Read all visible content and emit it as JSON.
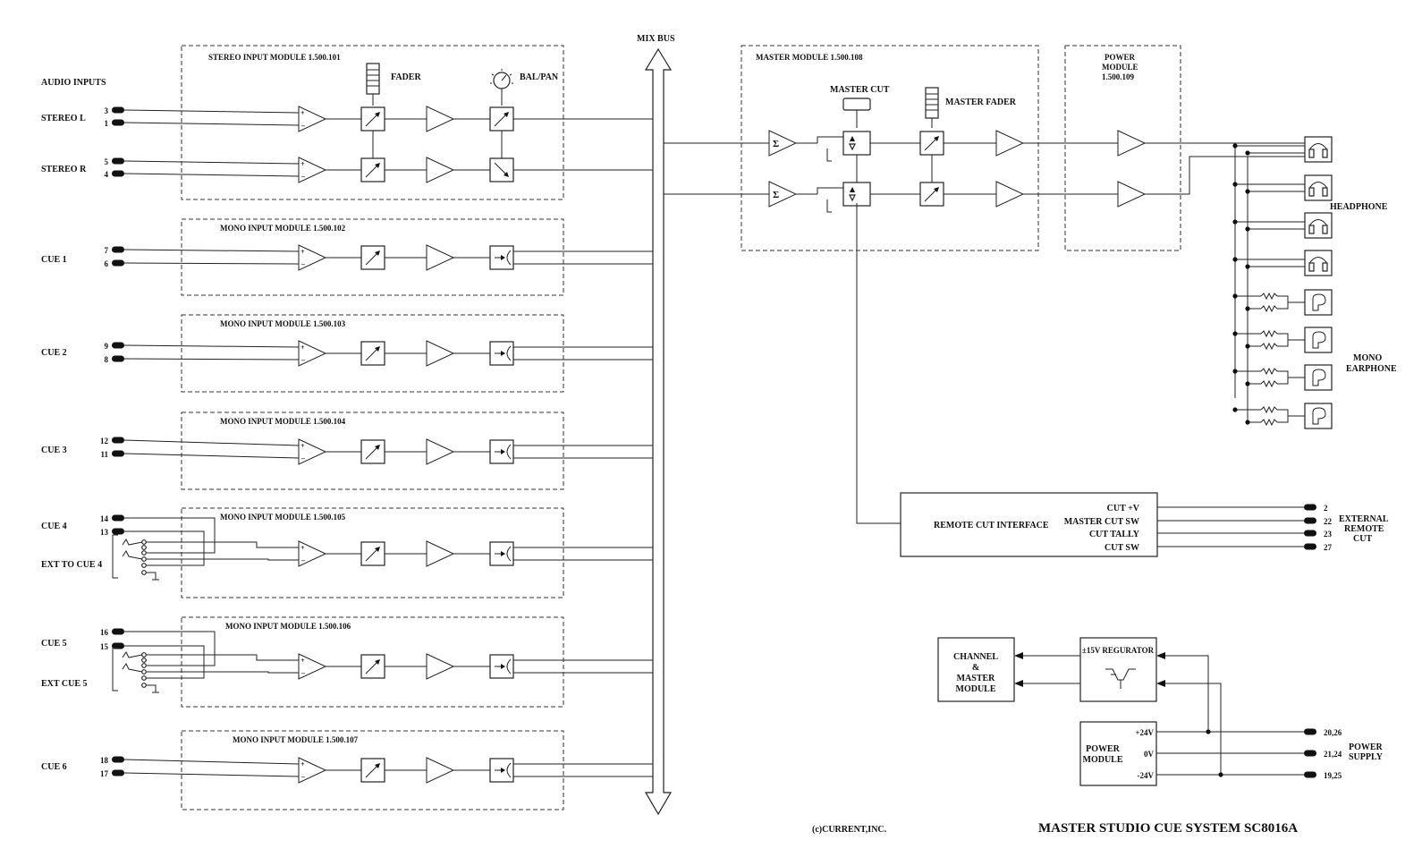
{
  "header": {
    "audio_inputs": "AUDIO INPUTS",
    "mix_bus": "MIX BUS"
  },
  "stereo_module": {
    "title": "STEREO INPUT MODULE 1.500.101",
    "fader_label": "FADER",
    "balpan_label": "BAL/PAN"
  },
  "inputs": [
    {
      "name": "STEREO L",
      "pins": [
        "3",
        "1"
      ]
    },
    {
      "name": "STEREO R",
      "pins": [
        "5",
        "4"
      ]
    },
    {
      "name": "CUE 1",
      "pins": [
        "7",
        "6"
      ]
    },
    {
      "name": "CUE 2",
      "pins": [
        "9",
        "8"
      ]
    },
    {
      "name": "CUE 3",
      "pins": [
        "12",
        "11"
      ]
    },
    {
      "name": "CUE 4",
      "pins": [
        "14",
        "13"
      ]
    },
    {
      "name": "CUE 5",
      "pins": [
        "16",
        "15"
      ]
    },
    {
      "name": "CUE 6",
      "pins": [
        "18",
        "17"
      ]
    }
  ],
  "ext_inputs": [
    "EXT TO CUE 4",
    "EXT CUE 5"
  ],
  "mono_modules": [
    "MONO INPUT MODULE 1.500.102",
    "MONO INPUT MODULE 1.500.103",
    "MONO INPUT MODULE 1.500.104",
    "MONO INPUT MODULE 1.500.105",
    "MONO INPUT MODULE 1.500.106",
    "MONO INPUT MODULE 1.500.107"
  ],
  "master_module": {
    "title": "MASTER MODULE 1.500.108",
    "cut_label": "MASTER CUT",
    "fader_label": "MASTER FADER"
  },
  "power_module_top": {
    "line1": "POWER",
    "line2": "MODULE",
    "line3": "1.500.109"
  },
  "outputs": {
    "headphone": "HEADPHONE",
    "mono_line1": "MONO",
    "mono_line2": "EARPHONE"
  },
  "remote": {
    "title": "REMOTE CUT INTERFACE",
    "signals": [
      {
        "name": "CUT +V",
        "pin": "2"
      },
      {
        "name": "MASTER CUT SW",
        "pin": "22"
      },
      {
        "name": "CUT TALLY",
        "pin": "23"
      },
      {
        "name": "CUT SW",
        "pin": "27"
      }
    ],
    "ext_line1": "EXTERNAL",
    "ext_line2": "REMOTE",
    "ext_line3": "CUT"
  },
  "power_section": {
    "channel_line1": "CHANNEL",
    "channel_line2": "&",
    "channel_line3": "MASTER",
    "channel_line4": "MODULE",
    "regulator": "±15V REGURATOR",
    "pm_line1": "POWER",
    "pm_line2": "MODULE",
    "rails": [
      {
        "name": "+24V",
        "pin": "20,26"
      },
      {
        "name": "0V",
        "pin": "21,24"
      },
      {
        "name": "-24V",
        "pin": "19,25"
      }
    ],
    "supply_line1": "POWER",
    "supply_line2": "SUPPLY"
  },
  "footer": {
    "copyright": "(c)CURRENT,INC.",
    "title": "MASTER STUDIO CUE SYSTEM SC8016A"
  }
}
